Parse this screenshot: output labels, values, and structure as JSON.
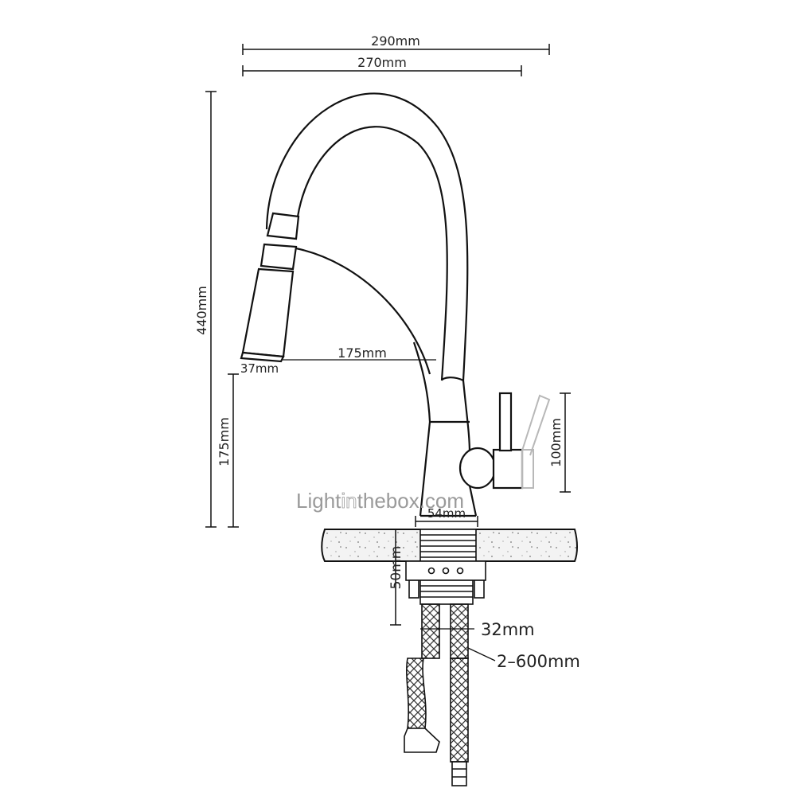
{
  "dimensions": {
    "overall_width": "290mm",
    "spout_reach": "270mm",
    "total_height": "440mm",
    "spray_head_reach": "175mm",
    "spray_head_diameter": "37mm",
    "outlet_height": "175mm",
    "handle_height": "100mm",
    "base_diameter": "54mm",
    "shank_length": "50mm",
    "hose_diameter": "32mm",
    "hose_length": "2–600mm"
  },
  "watermark": {
    "part1": "Light",
    "part2": "in",
    "part3": "thebox.com"
  },
  "colors": {
    "line": "#111111",
    "countertop": "#f1f1f1",
    "watermark": "#9a9a9a"
  }
}
